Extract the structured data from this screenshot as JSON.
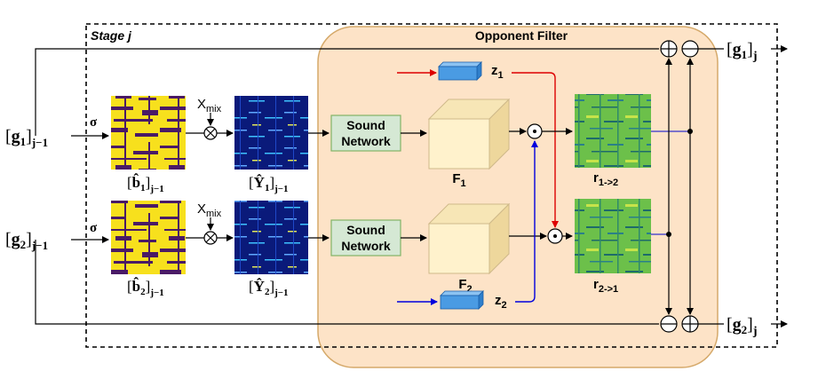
{
  "stage_label": "Stage j",
  "opponent_filter_label": "Opponent Filter",
  "inputs": [
    {
      "name": "g",
      "sub": "1",
      "index": "j−1"
    },
    {
      "name": "g",
      "sub": "2",
      "index": "j−1"
    }
  ],
  "outputs": [
    {
      "name": "g",
      "sub": "1",
      "index": "j"
    },
    {
      "name": "g",
      "sub": "2",
      "index": "j"
    }
  ],
  "sigma": "σ",
  "xmix": {
    "main": "X",
    "sub": "mix"
  },
  "mask_labels": [
    {
      "name": "b̂",
      "sub": "1",
      "index": "j−1"
    },
    {
      "name": "b̂",
      "sub": "2",
      "index": "j−1"
    }
  ],
  "spec_labels": [
    {
      "name": "Ŷ",
      "sub": "1",
      "index": "j−1"
    },
    {
      "name": "Ŷ",
      "sub": "2",
      "index": "j−1"
    }
  ],
  "sound_network": {
    "line1": "Sound",
    "line2": "Network"
  },
  "features": [
    {
      "main": "F",
      "sub": "1"
    },
    {
      "main": "F",
      "sub": "2"
    }
  ],
  "z": [
    {
      "main": "z",
      "sub": "1"
    },
    {
      "main": "z",
      "sub": "2"
    }
  ],
  "r": [
    {
      "main": "r",
      "sub": "1->2"
    },
    {
      "main": "r",
      "sub": "2->1"
    }
  ],
  "colors": {
    "opponent_fill": "#fde3c7",
    "opponent_stroke": "#d5a96a",
    "sound_fill": "#d5e8d4",
    "sound_stroke": "#82b366",
    "cube_fill": "#fff2cc",
    "z_fill": "#4a9be3",
    "red_line": "#dd0000",
    "blue_line": "#0000dd",
    "mask_purple": "#4a1a66",
    "mask_yellow": "#f7e01d",
    "spec_dark": "#0a1a7a",
    "r_green": "#6cc04a"
  }
}
